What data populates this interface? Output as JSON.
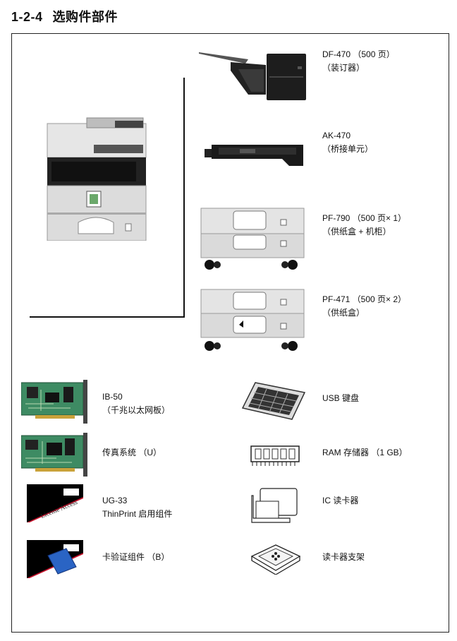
{
  "header": {
    "section_number": "1-2-4",
    "title": "选购件部件"
  },
  "options": {
    "df470": {
      "line1": "DF-470 （500 页）",
      "line2": "（装订器）"
    },
    "ak470": {
      "line1": "AK-470",
      "line2": "（桥接单元）"
    },
    "pf790": {
      "line1": "PF-790 （500 页× 1）",
      "line2": "（供纸盒 + 机柜）"
    },
    "pf471": {
      "line1": "PF-471 （500 页× 2）",
      "line2": "（供纸盒）"
    },
    "ib50": {
      "line1": "IB-50",
      "line2": "（千兆以太网板）"
    },
    "usb_keyboard": {
      "line1": "USB 键盘"
    },
    "fax": {
      "line1": "传真系统 （U）"
    },
    "ram": {
      "line1": "RAM 存储器 （1 GB）"
    },
    "ug33": {
      "line1": "UG-33",
      "line2": "ThinPrint 启用组件"
    },
    "ic_reader": {
      "line1": "IC 读卡器"
    },
    "card_auth": {
      "line1": "卡验证组件 （B）"
    },
    "card_holder": {
      "line1": "读卡器支架"
    },
    "license_text": "License Access"
  },
  "colors": {
    "card_red": "#c4122c",
    "board_green": "#3e8b63",
    "fax_card_blue": "#2a64c4"
  }
}
